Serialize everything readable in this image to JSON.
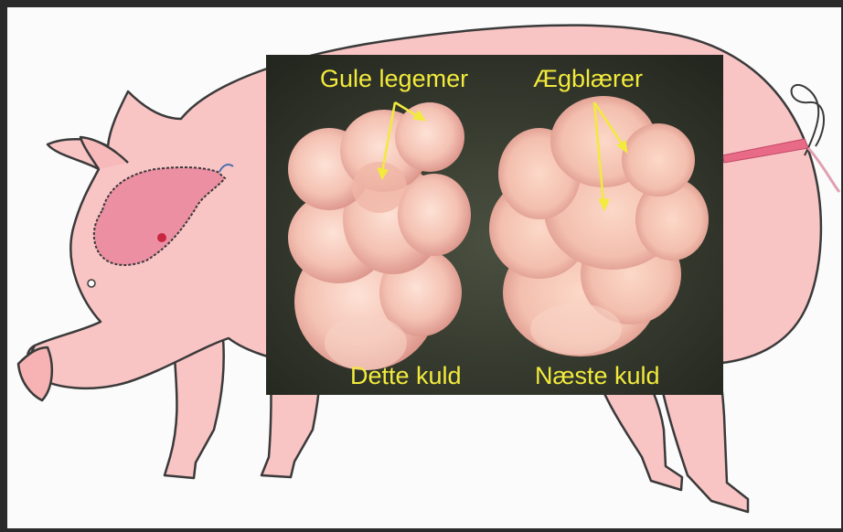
{
  "labels": {
    "corpora_lutea": "Gule legemer",
    "follicles": "Ægblærer",
    "this_litter": "Dette kuld",
    "next_litter": "Næste kuld"
  },
  "colors": {
    "frame_border": "#2a2a2a",
    "page_background": "#fbfbfc",
    "pig_body": "#f9c4c4",
    "pig_outline": "#3a3a3a",
    "reproductive_organ": "#ec8fa3",
    "photo_background": "#353a2c",
    "label_yellow": "#f2ea3c",
    "ovary_tissue": "#f4c5b8"
  }
}
